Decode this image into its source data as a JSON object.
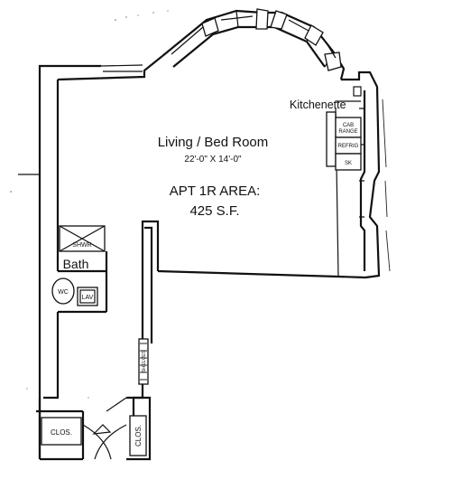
{
  "plan": {
    "kitchenette_label": "Kitchenette",
    "living_room_name": "Living / Bed Room",
    "living_room_dims": "22'-0\" X 14'-0\"",
    "apt_area_label": "APT 1R AREA:",
    "apt_area_value": "425 S.F.",
    "cab_range_line1": "CAB",
    "cab_range_line2": "RANGE",
    "refrig_label": "REFRIG",
    "sink_label": "SK",
    "shower_label": "SHWR",
    "bath_label": "Bath",
    "wc_label": "WC",
    "lav_label": "LAV",
    "shelves_label": "SHELVES",
    "closet_left_label": "CLOS.",
    "closet_right_label": "CLOS."
  }
}
